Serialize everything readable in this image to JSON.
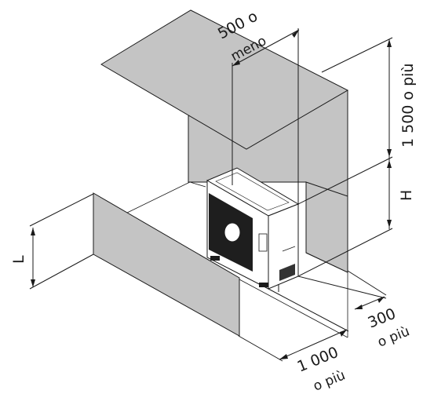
{
  "labels": {
    "top_value": "500 o",
    "top_unit": "meno",
    "right_value": "1 500 o più",
    "height_symbol": "H",
    "left_symbol": "L",
    "side_value": "300",
    "side_unit": "o più",
    "front_value": "1 000",
    "front_unit": "o più"
  },
  "colors": {
    "wall_fill": "#c4c4c4",
    "line": "#1a1a1a",
    "unit_body": "#ffffff",
    "fan_grille": "#1e1e1e"
  }
}
